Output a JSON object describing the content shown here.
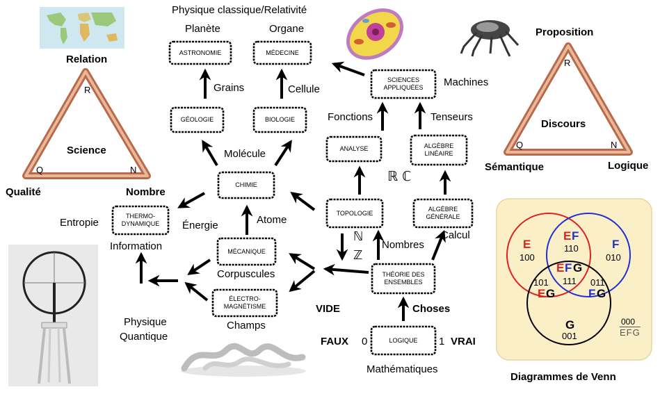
{
  "header": {
    "top_title": "Physique classique/Relativité"
  },
  "nodes": {
    "astronomie": "ASTRONOMIE",
    "medecine": "MÉDECINE",
    "geologie": "GÉOLOGIE",
    "biologie": "BIOLOGIE",
    "chimie": "CHIMIE",
    "thermo": "THERMO-\nDYNAMIQUE",
    "mecanique": "MÉCANIQUE",
    "electro": "ÉLECTRO-\nMAGNÉTISME",
    "sciences": "SCIENCES\nAPPLIQUÉES",
    "analyse": "ANALYSE",
    "algebre_lin": "ALGÈBRE\nLINÉAIRE",
    "topologie": "TOPOLOGIE",
    "algebre_gen": "ALGÈBRE\nGÉNÉRALE",
    "ensembles": "THÉORIE DES\nENSEMBLES",
    "logique": "LOGIQUE"
  },
  "labels": {
    "planete": "Planète",
    "organe": "Organe",
    "grains": "Grains",
    "cellule": "Cellule",
    "molecule": "Molécule",
    "entropie": "Entropie",
    "energie": "Énergie",
    "information": "Information",
    "atome": "Atome",
    "corpuscules": "Corpuscules",
    "champs": "Champs",
    "physique_quantique_1": "Physique",
    "physique_quantique_2": "Quantique",
    "vide": "VIDE",
    "faux": "FAUX",
    "zero": "0",
    "un": "1",
    "vrai": "VRAI",
    "choses": "Choses",
    "mathematiques": "Mathématiques",
    "nombres": "Nombres",
    "calcul": "Calcul",
    "fonctions": "Fonctions",
    "tenseurs": "Tenseurs",
    "machines": "Machines",
    "reals_complex": "ℝ ℂ",
    "naturals": "ℕ",
    "integers": "ℤ"
  },
  "left_triangle": {
    "top": "Relation",
    "center": "Science",
    "left": "Qualité",
    "right": "Nombre",
    "vertex_r": "R",
    "vertex_q": "Q",
    "vertex_n": "N"
  },
  "right_triangle": {
    "top": "Proposition",
    "center": "Discours",
    "left": "Sémantique",
    "right": "Logique",
    "vertex_r": "R",
    "vertex_q": "Q",
    "vertex_n": "N"
  },
  "venn": {
    "caption": "Diagrammes de Venn",
    "e_label": "E",
    "e_code": "100",
    "ef_label_e": "E",
    "ef_label_f": "F",
    "ef_code": "110",
    "f_label": "F",
    "f_code": "010",
    "efg_e": "E",
    "efg_f": "F",
    "efg_g": "G",
    "efg_code": "111",
    "eg_code": "101",
    "eg_e": "E",
    "eg_g": "G",
    "fg_code": "011",
    "fg_f": "F",
    "fg_g": "G",
    "g_label": "G",
    "g_code": "001",
    "none_code": "000",
    "none_label": "EFG",
    "colors": {
      "e": "#e02020",
      "f": "#2030d0",
      "g": "#000000",
      "panel": "#fbefc8"
    }
  },
  "colors": {
    "triangle": "#b86a4a",
    "arrow": "#000000"
  },
  "images": {
    "map": "world-map",
    "cell": "cell-illustration",
    "robot": "robot-spider",
    "wheel": "bicycle-wheel-sculpture",
    "molecule_sculpture": "molecular-sculpture"
  }
}
